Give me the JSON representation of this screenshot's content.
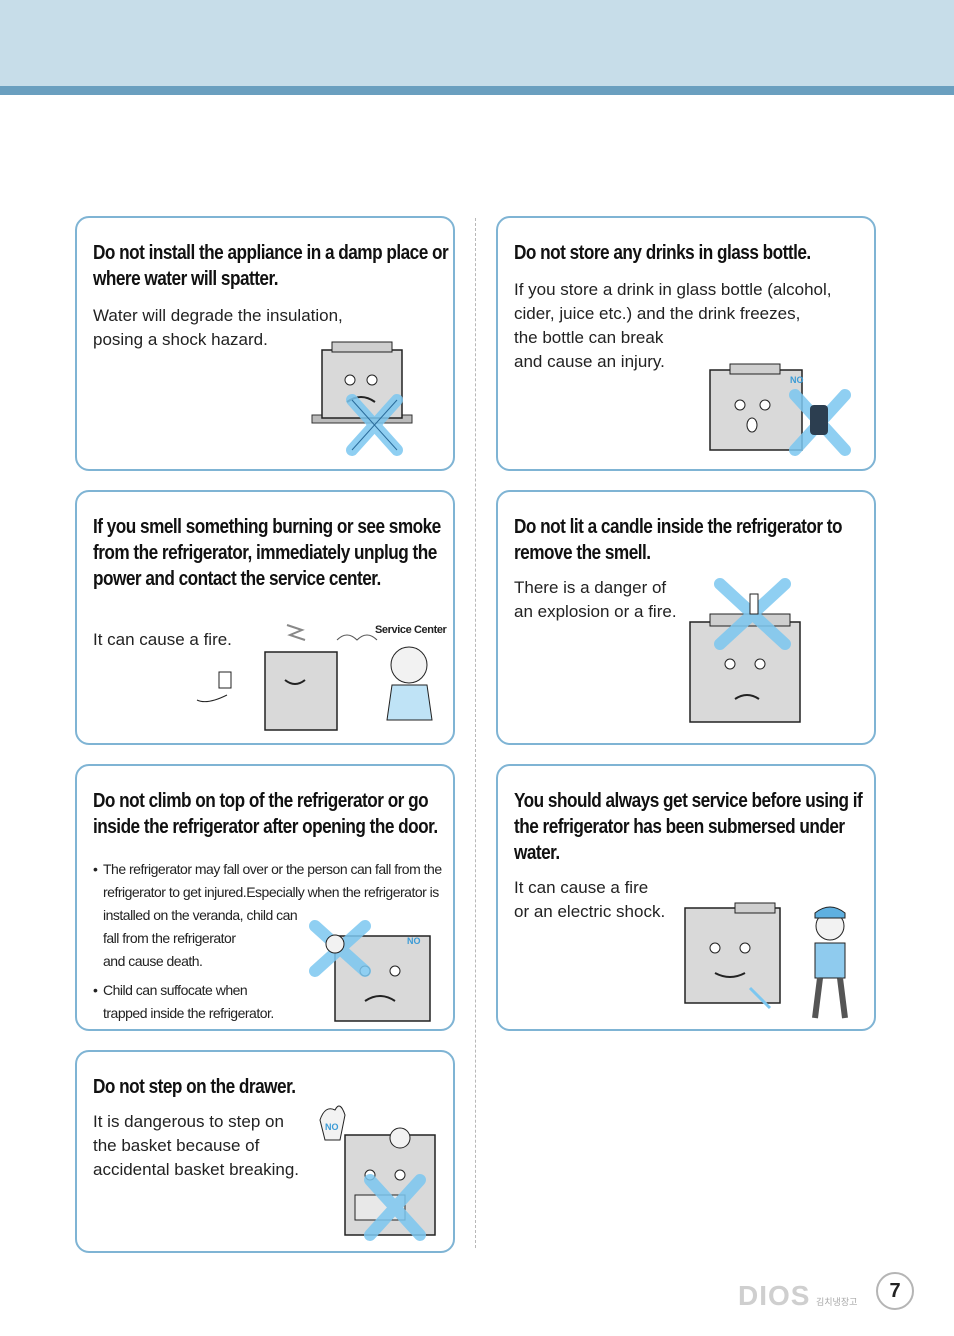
{
  "cards": [
    {
      "title": "Do not install the appliance in a damp place or where water will spatter.",
      "desc": "Water will degrade the insulation,\nposing a shock hazard."
    },
    {
      "title": "Do not store any drinks in glass bottle.",
      "desc": "If you store a drink in glass bottle (alcohol,\ncider, juice etc.) and the drink freezes,\nthe bottle can break\nand cause an injury."
    },
    {
      "title": "If you smell something burning or see smoke from the refrigerator, immediately unplug the power and contact the service center.",
      "desc": "It can cause a fire.",
      "service_label": "Service Center"
    },
    {
      "title": "Do not lit a candle inside the refrigerator to remove the smell.",
      "desc": "There is a danger of\nan explosion or a fire."
    },
    {
      "title": "Do not climb on top of the refrigerator or go inside the refrigerator after opening the door.",
      "bullets": [
        "The refrigerator may fall over or the person can fall from the\nrefrigerator to get injured.Especially when the refrigerator is\ninstalled on the veranda, child can\nfall from the refrigerator\nand cause death.",
        "Child can suffocate when\ntrapped inside the refrigerator."
      ]
    },
    {
      "title": "You should always get service before using if the refrigerator has been submersed under water.",
      "desc": "It can cause a fire\nor an electric shock."
    },
    {
      "title": "Do not step on the drawer.",
      "desc": "It is dangerous to step on\nthe basket because of\naccidental basket breaking."
    }
  ],
  "no_badge": "NO",
  "footer": {
    "brand": "DIOS",
    "sub": "김치냉장고",
    "page": "7"
  },
  "colors": {
    "card_border": "#7fb4d4",
    "top_band": "#c7dde9",
    "top_stripe": "#6a9fbf",
    "x_mark": "#7cc7f0"
  }
}
